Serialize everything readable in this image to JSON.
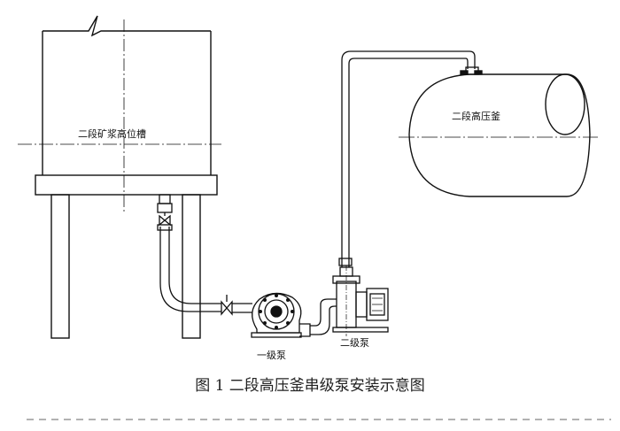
{
  "labels": {
    "tank": "二段矿浆高位槽",
    "autoclave": "二段高压釜",
    "pump1": "一级泵",
    "pump2": "二级泵"
  },
  "caption": "图 1 二段高压釜串级泵安装示意图",
  "colors": {
    "line": "#111111",
    "background": "#ffffff",
    "hidden_line": "#666666"
  }
}
